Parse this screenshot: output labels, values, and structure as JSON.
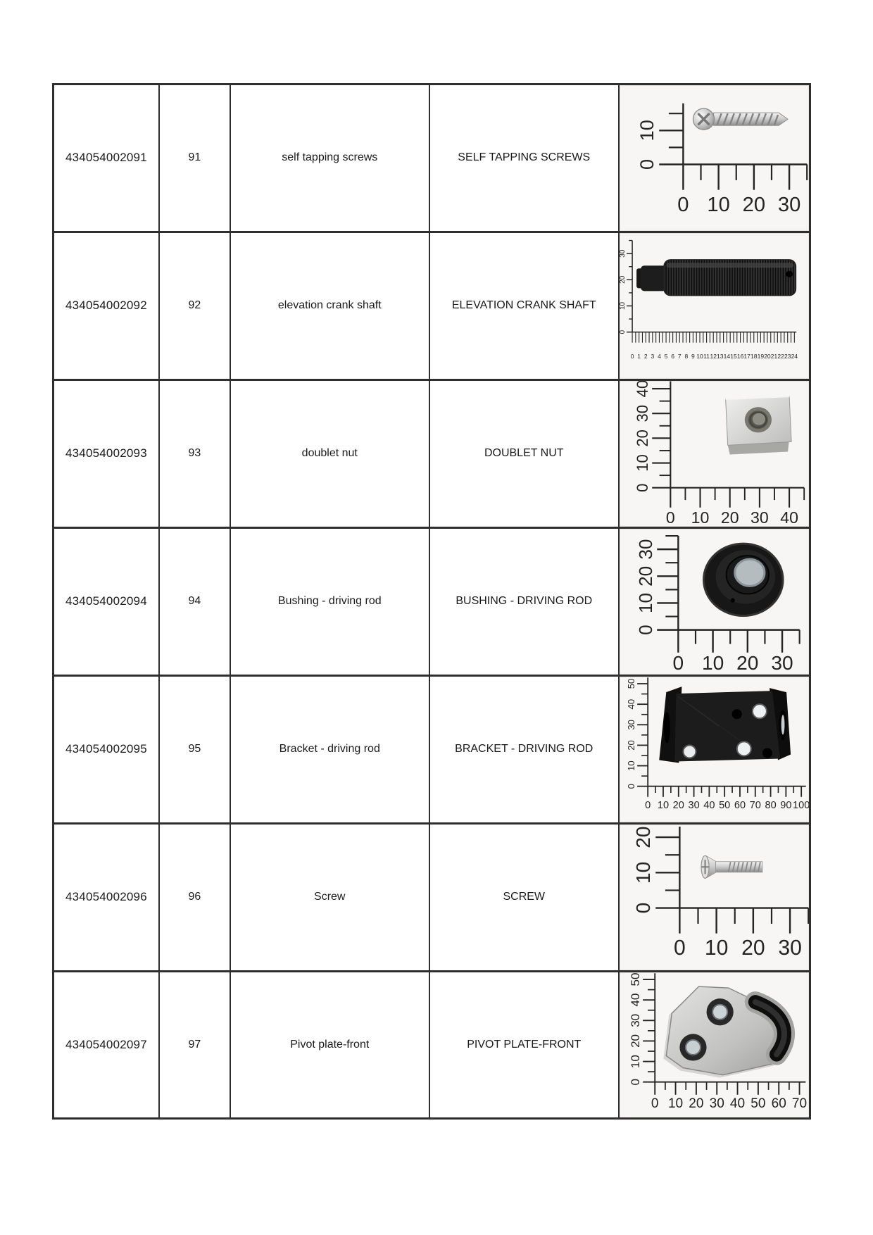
{
  "colors": {
    "table_border": "#2e2e2e",
    "text": "#1a1a1a",
    "photo_background": "#f7f6f4",
    "ruler": "#242424"
  },
  "table": {
    "rows": [
      {
        "part_number": "434054002091",
        "index": "91",
        "description_lower": "self tapping screws",
        "description_upper": "SELF TAPPING SCREWS",
        "photo": {
          "subject": "self-tapping-screw",
          "ruler_v": [
            "10",
            "0"
          ],
          "ruler_h": [
            "0",
            "10",
            "20",
            "30"
          ]
        }
      },
      {
        "part_number": "434054002092",
        "index": "92",
        "description_lower": "elevation crank shaft",
        "description_upper": "ELEVATION CRANK SHAFT",
        "photo": {
          "subject": "elevation-crank-shaft",
          "ruler_v": [
            "30",
            "20",
            "10",
            "0"
          ],
          "ruler_h": [
            "0",
            "1",
            "2",
            "3",
            "4",
            "5",
            "6",
            "7",
            "8",
            "9",
            "10",
            "11",
            "12",
            "13",
            "14",
            "15",
            "16",
            "17",
            "18",
            "19",
            "20",
            "21",
            "22",
            "23",
            "24"
          ]
        }
      },
      {
        "part_number": "434054002093",
        "index": "93",
        "description_lower": "doublet nut",
        "description_upper": "DOUBLET NUT",
        "photo": {
          "subject": "doublet-nut",
          "ruler_v": [
            "40",
            "30",
            "20",
            "10",
            "0"
          ],
          "ruler_h": [
            "0",
            "10",
            "20",
            "30",
            "40"
          ]
        }
      },
      {
        "part_number": "434054002094",
        "index": "94",
        "description_lower": "Bushing - driving rod",
        "description_upper": "BUSHING - DRIVING ROD",
        "photo": {
          "subject": "bushing-driving-rod",
          "ruler_v": [
            "30",
            "20",
            "10",
            "0"
          ],
          "ruler_h": [
            "0",
            "10",
            "20",
            "30"
          ]
        }
      },
      {
        "part_number": "434054002095",
        "index": "95",
        "description_lower": "Bracket - driving rod",
        "description_upper": "BRACKET - DRIVING ROD",
        "photo": {
          "subject": "bracket-driving-rod",
          "ruler_v": [
            "50",
            "40",
            "30",
            "20",
            "10",
            "0"
          ],
          "ruler_h": [
            "0",
            "10",
            "20",
            "30",
            "40",
            "50",
            "60",
            "70",
            "80",
            "90",
            "100"
          ]
        }
      },
      {
        "part_number": "434054002096",
        "index": "96",
        "description_lower": "Screw",
        "description_upper": "SCREW",
        "photo": {
          "subject": "screw",
          "ruler_v": [
            "20",
            "10",
            "0"
          ],
          "ruler_h": [
            "0",
            "10",
            "20",
            "30"
          ]
        }
      },
      {
        "part_number": "434054002097",
        "index": "97",
        "description_lower": "Pivot plate-front",
        "description_upper": "PIVOT PLATE-FRONT",
        "photo": {
          "subject": "pivot-plate-front",
          "ruler_v": [
            "50",
            "40",
            "30",
            "20",
            "10",
            "0"
          ],
          "ruler_h": [
            "0",
            "10",
            "20",
            "30",
            "40",
            "50",
            "60",
            "70"
          ]
        }
      }
    ]
  }
}
